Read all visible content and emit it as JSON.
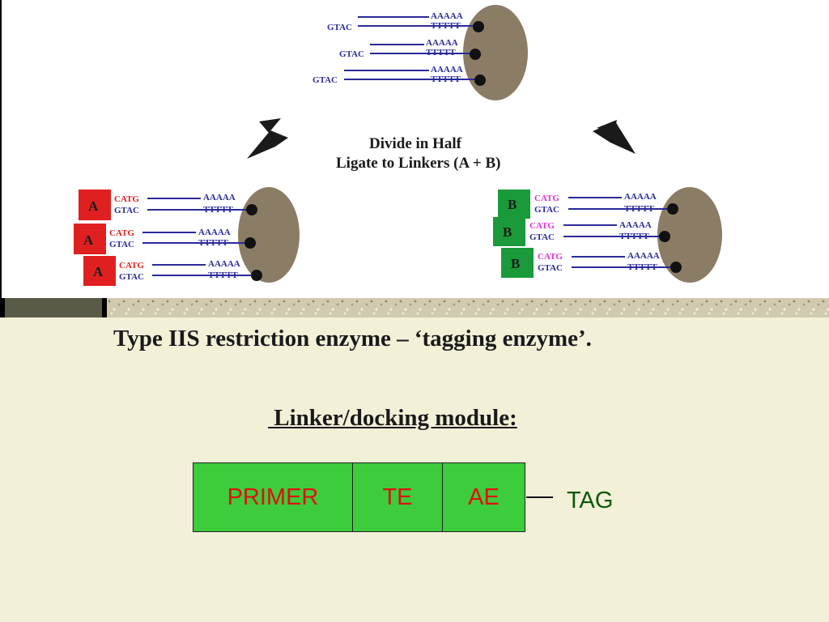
{
  "diagram": {
    "top_group": [
      {
        "left": "GTAC",
        "top_right": "AAAAA",
        "bottom_right": "TTTTT"
      },
      {
        "left": "GTAC",
        "top_right": "AAAAA",
        "bottom_right": "TTTTT"
      },
      {
        "left": "GTAC",
        "top_right": "AAAAA",
        "bottom_right": "TTTTT"
      }
    ],
    "instruction_line1": "Divide in Half",
    "instruction_line2": "Ligate to Linkers (A + B)",
    "left_group": [
      {
        "box": "A",
        "top_left": "CATG",
        "bottom_left": "GTAC",
        "top_right": "AAAAA",
        "bottom_right": "TTTTT"
      },
      {
        "box": "A",
        "top_left": "CATG",
        "bottom_left": "GTAC",
        "top_right": "AAAAA",
        "bottom_right": "TTTTT"
      },
      {
        "box": "A",
        "top_left": "CATG",
        "bottom_left": "GTAC",
        "top_right": "AAAAA",
        "bottom_right": "TTTTT"
      }
    ],
    "right_group": [
      {
        "box": "B",
        "top_left": "CATG",
        "bottom_left": "GTAC",
        "top_right": "AAAAA",
        "bottom_right": "TTTTT"
      },
      {
        "box": "B",
        "top_left": "CATG",
        "bottom_left": "GTAC",
        "top_right": "AAAAA",
        "bottom_right": "TTTTT"
      },
      {
        "box": "B",
        "top_left": "CATG",
        "bottom_left": "GTAC",
        "top_right": "AAAAA",
        "bottom_right": "TTTTT"
      }
    ],
    "colors": {
      "linker_a": "#e02020",
      "linker_b": "#1a9a3a",
      "catg_a": "#e02020",
      "catg_b": "#e030d0",
      "strand": "#2a2a9a",
      "bead": "#8b7d65"
    }
  },
  "text": {
    "tagging_heading": "Type IIS restriction enzyme – ‘tagging enzyme’.",
    "linker_heading": " Linker/docking module:"
  },
  "module": {
    "segments": [
      "PRIMER",
      "TE",
      "AE"
    ],
    "tag_label": "TAG",
    "colors": {
      "fill": "#3ccc3c",
      "text": "#e01010",
      "tag": "#0a5a0a"
    }
  }
}
